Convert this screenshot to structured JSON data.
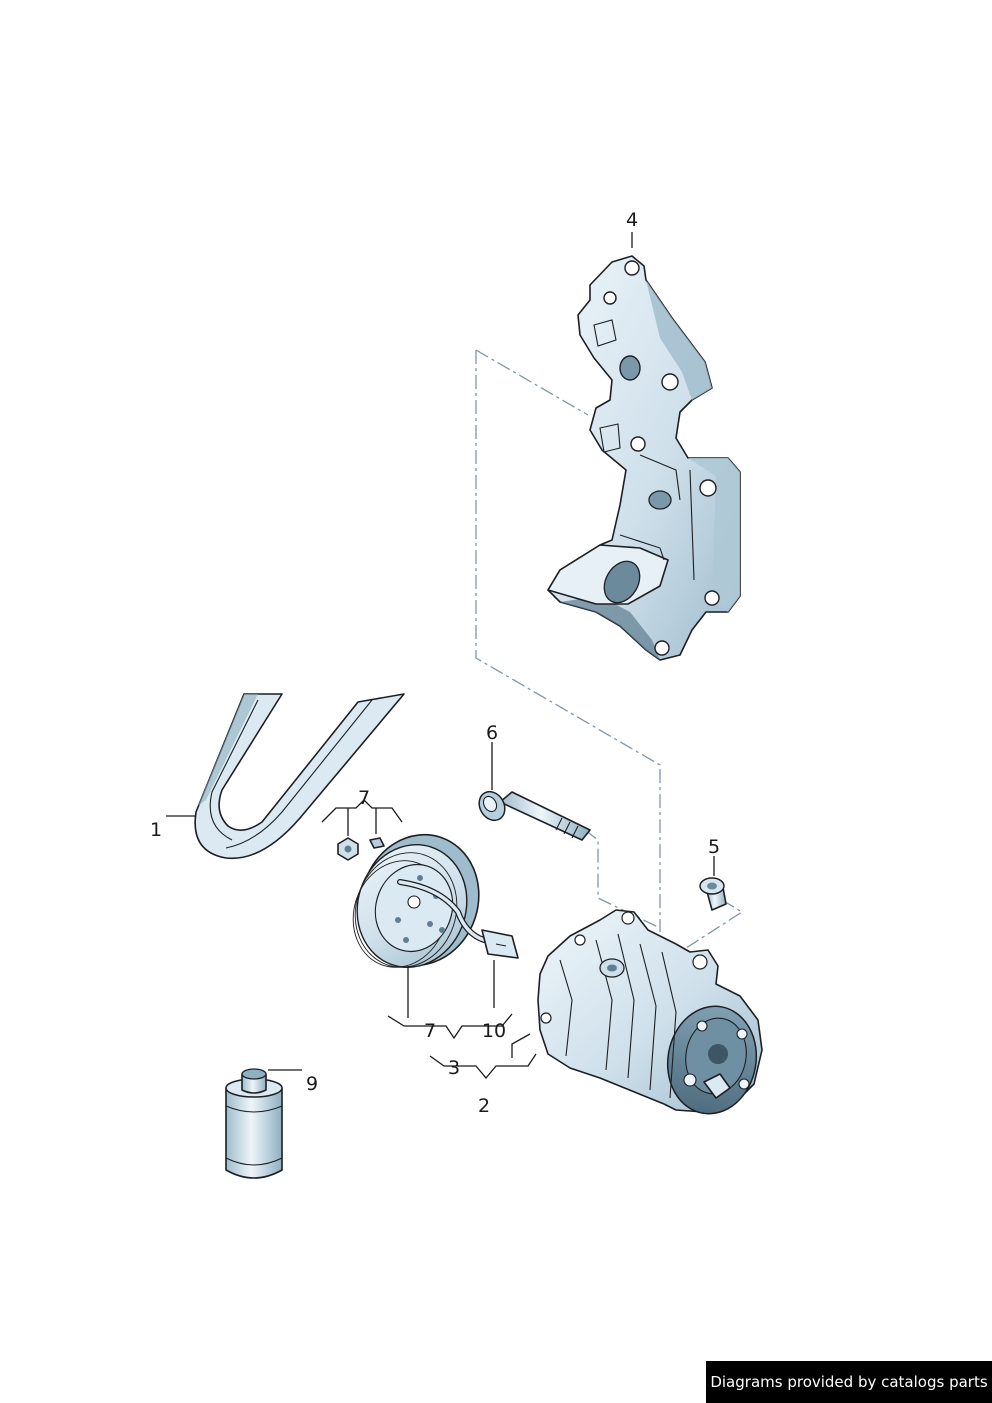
{
  "colors": {
    "part_fill": "#d4e4ee",
    "part_shade": "#9fbccc",
    "part_highlight": "#eef5fa",
    "part_dark": "#5f7e90",
    "dash_line": "#7f97a6",
    "credit_bg": "#000000",
    "credit_text": "#ffffff"
  },
  "callouts": {
    "c1": "1",
    "c2": "2",
    "c3": "3",
    "c4": "4",
    "c5": "5",
    "c6": "6",
    "c7_top": "7",
    "c7_bottom": "7",
    "c9": "9",
    "c10": "10"
  },
  "credit": "Diagrams provided by catalogs parts"
}
